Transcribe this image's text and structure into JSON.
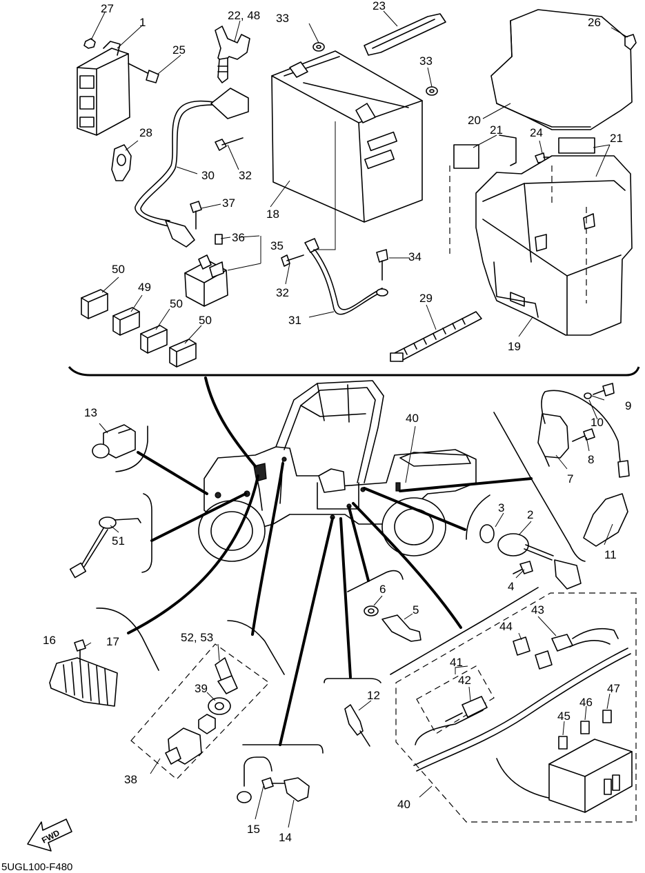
{
  "diagram_code": "5UGL100-F480",
  "fwd_label": "FWD",
  "callouts": {
    "c1": "1",
    "c2": "2",
    "c3": "3",
    "c4": "4",
    "c5": "5",
    "c6": "6",
    "c7": "7",
    "c8": "8",
    "c9": "9",
    "c10": "10",
    "c11": "11",
    "c12": "12",
    "c13": "13",
    "c14": "14",
    "c15": "15",
    "c16": "16",
    "c17": "17",
    "c18": "18",
    "c19": "19",
    "c20": "20",
    "c21a": "21",
    "c21b": "21",
    "c22_48": "22, 48",
    "c23": "23",
    "c24": "24",
    "c25": "25",
    "c26": "26",
    "c27": "27",
    "c28": "28",
    "c29": "29",
    "c30": "30",
    "c31": "31",
    "c32a": "32",
    "c32b": "32",
    "c33a": "33",
    "c33b": "33",
    "c34": "34",
    "c35": "35",
    "c36": "36",
    "c37": "37",
    "c38": "38",
    "c39": "39",
    "c40a": "40",
    "c40b": "40",
    "c41": "41",
    "c42": "42",
    "c43": "43",
    "c44": "44",
    "c45": "45",
    "c46": "46",
    "c47": "47",
    "c49": "49",
    "c50a": "50",
    "c50b": "50",
    "c50c": "50",
    "c51": "51",
    "c52_53": "52, 53"
  }
}
